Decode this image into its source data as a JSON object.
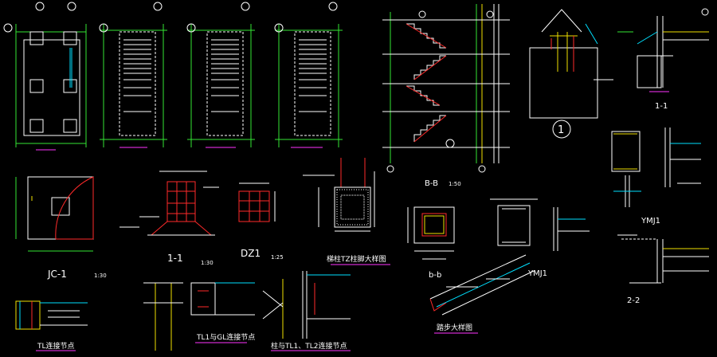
{
  "sheet": {
    "background": "#000000",
    "colors": {
      "green": "#33e633",
      "white": "#ffffff",
      "red": "#ff2a2a",
      "yellow": "#f0e000",
      "cyan": "#00e0ff",
      "magenta": "#ff33ff",
      "grey": "#9a9a9a",
      "blue": "#4a6cff"
    }
  },
  "labels": {
    "section_bb": "B-B",
    "section_bb_scale": "1:50",
    "detail_no": "1",
    "section_11_top": "1-1",
    "ymj1_right": "YMJ1",
    "jc1": "JC-1",
    "jc1_scale": "1:30",
    "sec_11": "1-1",
    "sec_11_scale": "1:30",
    "dz1": "DZ1",
    "dz1_scale": "1:25",
    "tz_detail": "梯柱TZ柱脚大样图",
    "bb_small": "b-b",
    "ymj1_mid": "YMJ1",
    "sec_22": "2-2",
    "tl_node": "TL连接节点",
    "tl1_gl_node": "TL1与GL连接节点",
    "col_tl_node": "柱与TL1、TL2连接节点",
    "step_detail": "踏步大样图"
  }
}
